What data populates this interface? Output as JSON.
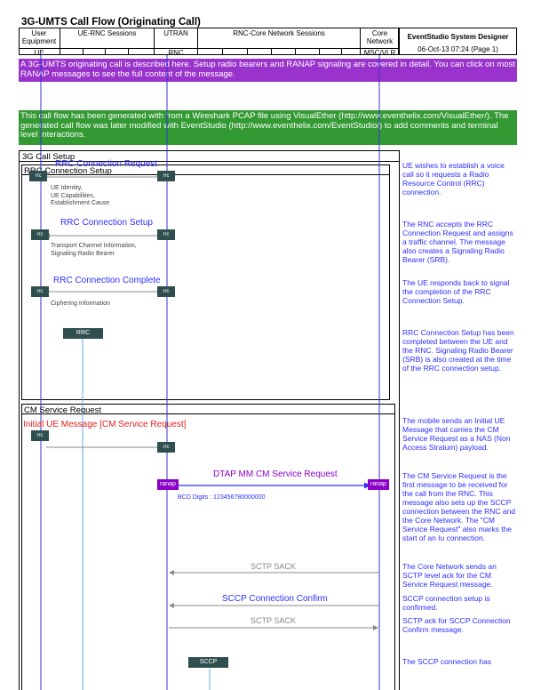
{
  "header": {
    "title": "3G-UMTS Call Flow (Originating Call)",
    "columns": [
      {
        "group": "User Equipment",
        "entity": "UE"
      },
      {
        "group": "UE-RNC Sessions",
        "entity": ""
      },
      {
        "group": "UTRAN",
        "entity": "RNC"
      },
      {
        "group": "RNC-Core Network Sessions",
        "entity": ""
      },
      {
        "group": "Core Network",
        "entity": "MSC/VLR"
      }
    ],
    "brand": "EventStudio System Designer",
    "date": "06-Oct-13 07:24 (Page 1)"
  },
  "banners": {
    "intro": "A 3G-UMTS originating call is described here. Setup radio bearers and RANAP signaling are covered in detail. You can click on most RANAP messages to see the full content of the message.",
    "source": "This call flow has been generated with from a Wireshark PCAP file using VisualEther (http://www.eventhelix.com/VisualEther/). The generated call flow was later modified with EventStudio (http://www.eventhelix.com/EventStudio/) to add comments and terminal level interactions."
  },
  "sections": {
    "call_setup": "3G Call Setup",
    "rrc_setup": "RRC Connection Setup",
    "cm_request": "CM Service Request"
  },
  "messages": {
    "rrc_conn_request": "RRC Connection Request",
    "rrc_conn_setup": "RRC Connection Setup",
    "rrc_conn_complete": "RRC Connection Complete",
    "initial_ue": "Initial UE Message [CM Service Request]",
    "dtap_cm": "DTAP MM CM Service Request",
    "sctp_sack_1": "SCTP SACK",
    "sccp_confirm": "SCCP Connection Confirm",
    "sctp_sack_2": "SCTP SACK"
  },
  "params": {
    "rrc_conn_request": "UE Identity,\nUE Capabilities,\nEstablishment Cause",
    "rrc_conn_setup": "Transport Channel Information,\nSignaling Radio Bearer",
    "rrc_conn_complete": "Ciphering Information",
    "dtap_cm": "BCD Digits : 123456780000000"
  },
  "boxes": {
    "rrc": "rrc",
    "ranap": "ranap",
    "rrc_session": "RRC",
    "sccp_session": "SCCP"
  },
  "notes": {
    "n1": "UE wishes to establish a voice call so it requests a Radio Resource Control (RRC) connection.",
    "n2": "The RNC accepts the RRC Connection Request and assigns a traffic channel. The message also creates a Signaling Radio Bearer (SRB).",
    "n3": "The UE responds back to signal the completion of the RRC Connection Setup.",
    "n4": "RRC Connection Setup has been completed between the UE and the RNC. Signaling Radio Bearer (SRB) is also created at the time of the RRC connection setup.",
    "n5": "The mobile sends an Initial UE Message that carries the CM Service Request as a NAS (Non Access Stratum) payload.",
    "n6": "The CM Service Request is the first message to be received for the call from the RNC. This message also sets up the SCCP connection between the RNC and the Core Network. The \"CM Service Request\" also marks the start of an Iu connection.",
    "n7": "The Core Network sends an SCTP level ack for the CM Service Request message.",
    "n8": "SCCP connection setup is confirmed.",
    "n9": "SCTP ack for SCCP Connection Confirm message.",
    "n10": "The SCCP connection has"
  },
  "colors": {
    "banner_purple": "#9933cc",
    "banner_green": "#339933",
    "lifeline_blue": "#3333cc",
    "text_blue": "#2d2dff",
    "ranap_purple": "#8b00c9",
    "box_dark": "#2f4f4f",
    "red": "#e02020"
  }
}
